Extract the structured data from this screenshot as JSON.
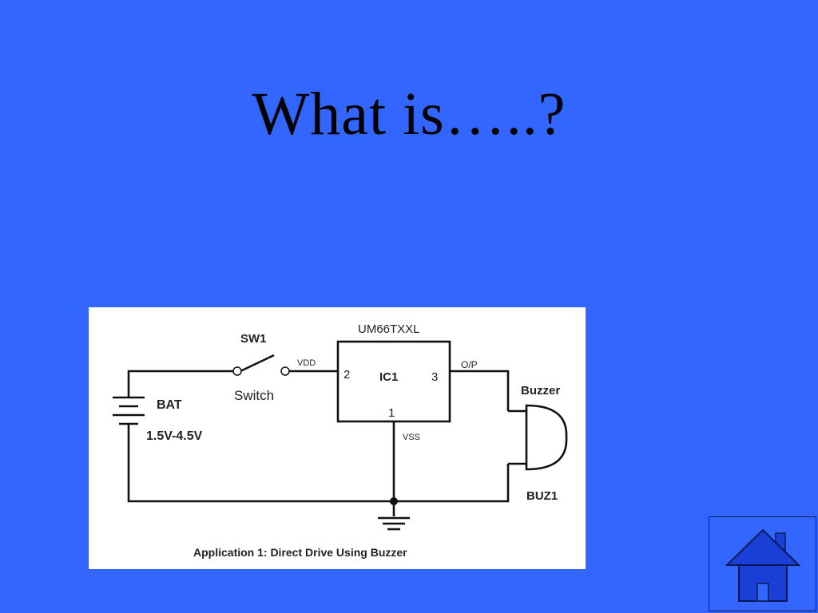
{
  "slide": {
    "title": "What is…..?"
  },
  "diagram": {
    "labels": {
      "sw1": "SW1",
      "switch": "Switch",
      "bat": "BAT",
      "voltage": "1.5V-4.5V",
      "vdd": "VDD",
      "ic_part": "UM66TXXL",
      "ic_name": "IC1",
      "pin2": "2",
      "pin3": "3",
      "pin1": "1",
      "op": "O/P",
      "vss": "VSS",
      "buzzer": "Buzzer",
      "buz1": "BUZ1",
      "caption": "Application 1: Direct Drive Using Buzzer"
    }
  },
  "home": {
    "icon": "house-icon",
    "color": "#1a3fd6"
  }
}
